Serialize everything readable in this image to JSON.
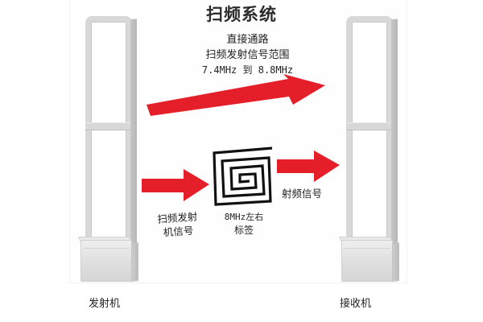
{
  "title": "扫频系统",
  "colors": {
    "arrow_red": "#e51f29",
    "gate_gray": "#d8d8d8",
    "text": "#1f1f1f",
    "background": "#ffffff"
  },
  "diagram": {
    "direct_path": {
      "line1": "直接通路",
      "line2": "扫频发射信号范围",
      "line3": "7.4MHz 到 8.8MHz"
    },
    "sweep_signal_label": {
      "line1": "扫频发射",
      "line2": "机信号"
    },
    "tag_label": {
      "line1": "8MHz左右",
      "line2": "标签"
    },
    "rf_signal_label": "射频信号",
    "transmitter_label": "发射机",
    "receiver_label": "接收机"
  },
  "icons": {
    "big_arrow": "arrow-right-large-icon",
    "small_arrow_left": "arrow-right-small-icon",
    "small_arrow_right": "arrow-right-small-icon",
    "tag_coil": "square-spiral-antenna-icon",
    "gate_left": "eas-gate-pedestal-icon",
    "gate_right": "eas-gate-pedestal-icon"
  }
}
